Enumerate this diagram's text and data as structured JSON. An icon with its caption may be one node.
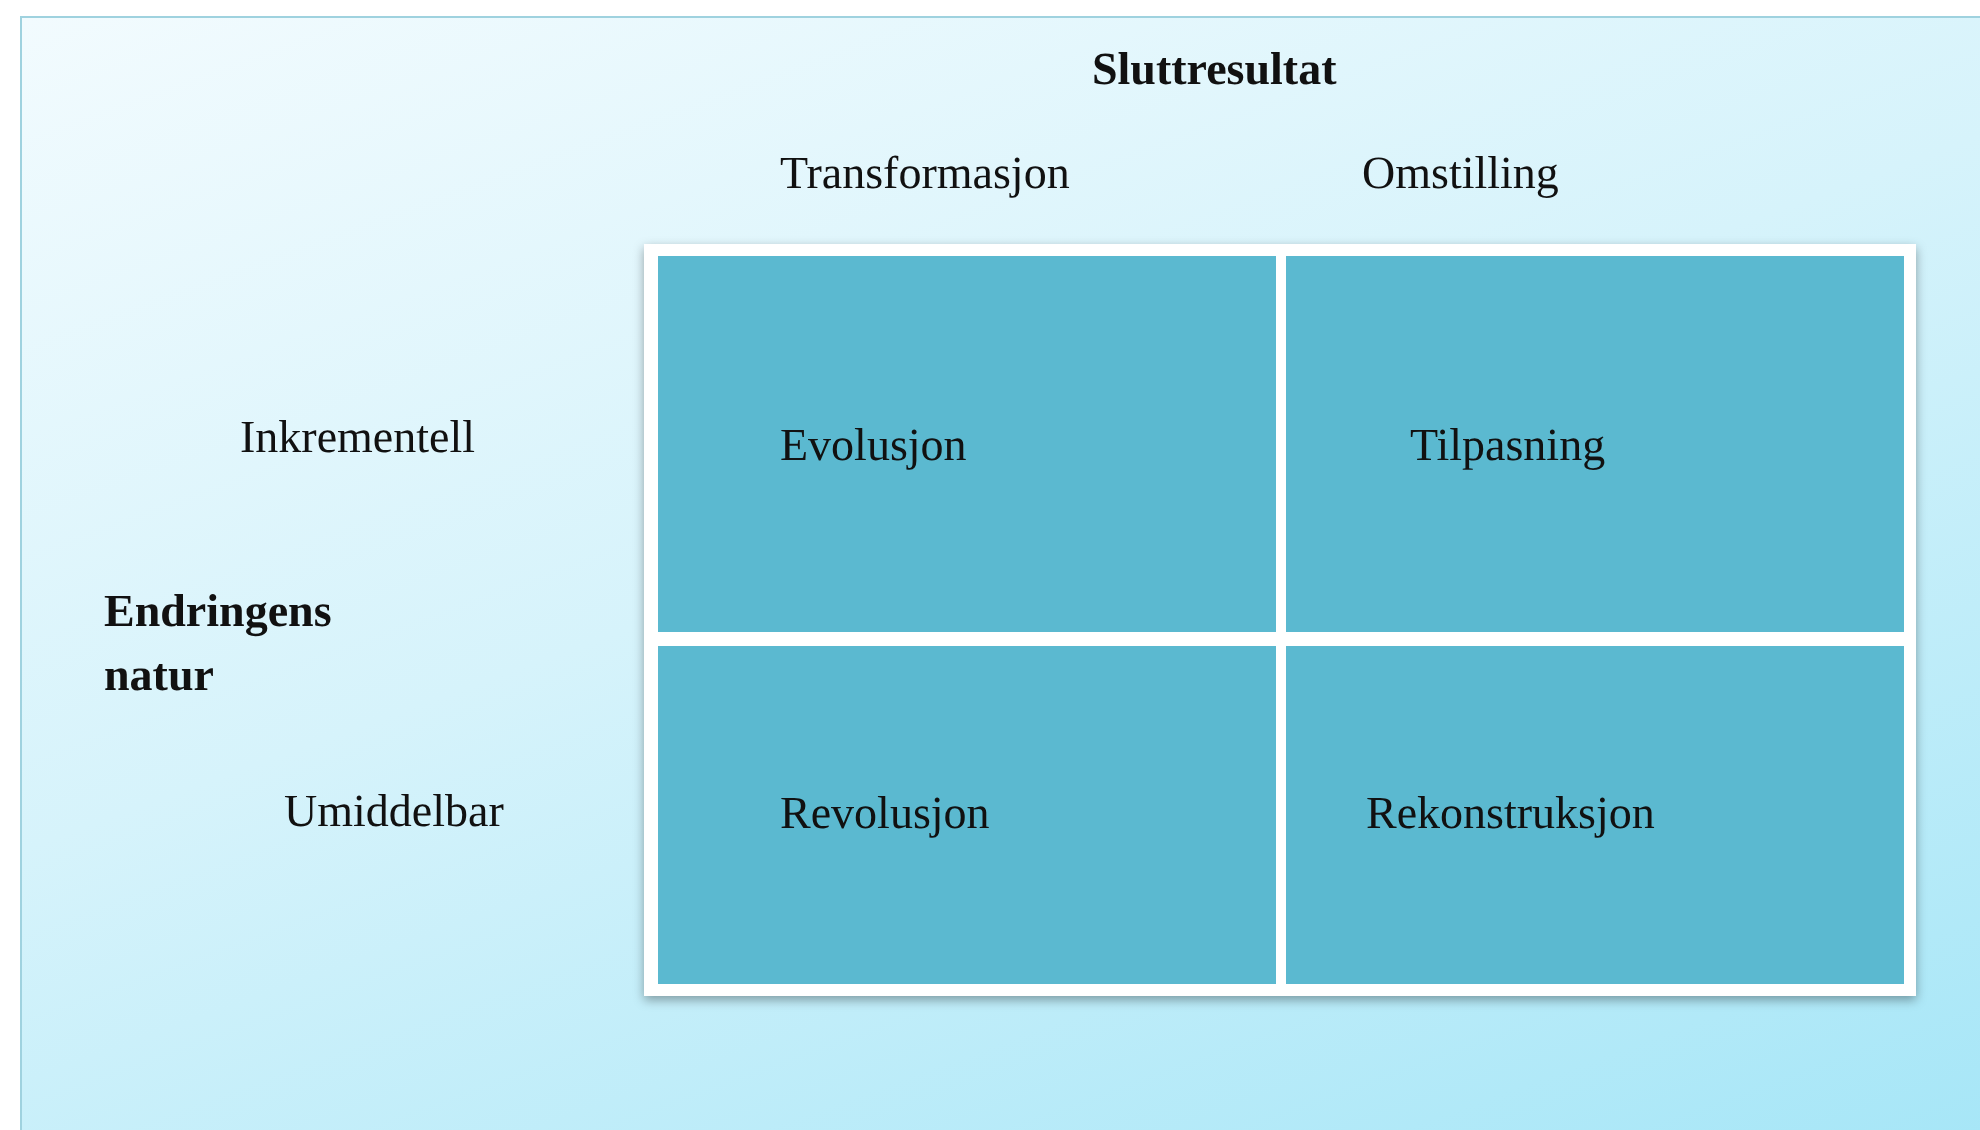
{
  "diagram": {
    "nodes": [
      {
        "text": [
          "Evolusjon"
        ]
      },
      {
        "text": [
          "Tilpasning"
        ]
      },
      {
        "text": [
          "Revolusjon"
        ]
      },
      {
        "text": [
          "Rekonstruksjon"
        ]
      }
    ],
    "edges": [],
    "labels": [
      "Sluttresultat",
      "Transformasjon",
      "Omstilling",
      "Inkrementell",
      "Endringens natur",
      "Umiddelbar"
    ]
  }
}
